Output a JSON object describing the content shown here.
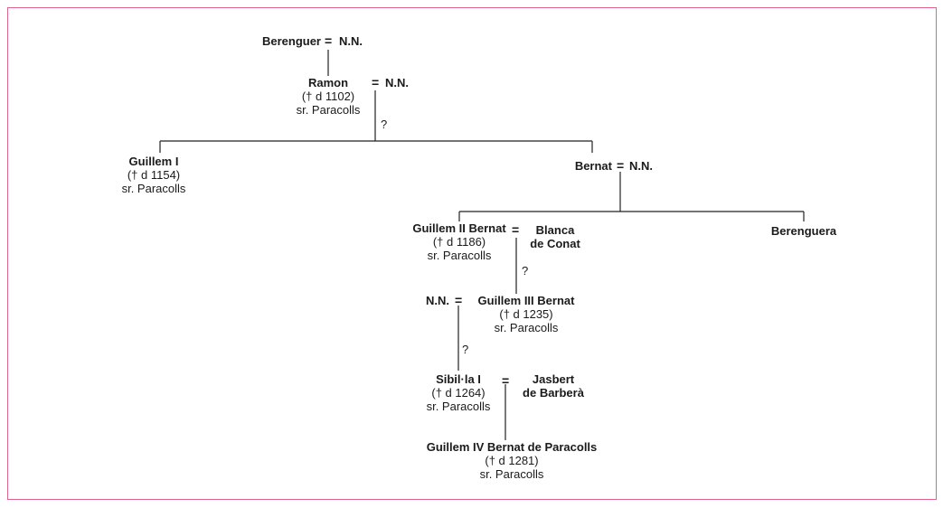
{
  "colors": {
    "frame": "#e2628f",
    "line": "#222222",
    "text": "#1a1a1a"
  },
  "marriage_symbol": "=",
  "uncertain_mark": "?",
  "people": {
    "berenguer": {
      "name": "Berenguer"
    },
    "nn1": {
      "name": "N.N."
    },
    "ramon": {
      "name": "Ramon",
      "death": "(† d 1102)",
      "title": "sr. Paracolls"
    },
    "nn2": {
      "name": "N.N."
    },
    "guillem1": {
      "name": "Guillem I",
      "death": "(† d 1154)",
      "title": "sr. Paracolls"
    },
    "bernat": {
      "name": "Bernat"
    },
    "nn3": {
      "name": "N.N."
    },
    "guillem2": {
      "name": "Guillem II Bernat",
      "death": "(† d 1186)",
      "title": "sr. Paracolls"
    },
    "blanca": {
      "name_line1": "Blanca",
      "name_line2": "de Conat"
    },
    "berenguera": {
      "name": "Berenguera"
    },
    "nn4": {
      "name": "N.N."
    },
    "guillem3": {
      "name": "Guillem III Bernat",
      "death": "(† d 1235)",
      "title": "sr. Paracolls"
    },
    "sibilla": {
      "name": "Sibil·la I",
      "death": "(† d 1264)",
      "title": "sr. Paracolls"
    },
    "jasbert": {
      "name_line1": "Jasbert",
      "name_line2": "de Barberà"
    },
    "guillem4": {
      "name": "Guillem IV Bernat de Paracolls",
      "death": "(† d 1281)",
      "title": "sr. Paracolls"
    }
  }
}
